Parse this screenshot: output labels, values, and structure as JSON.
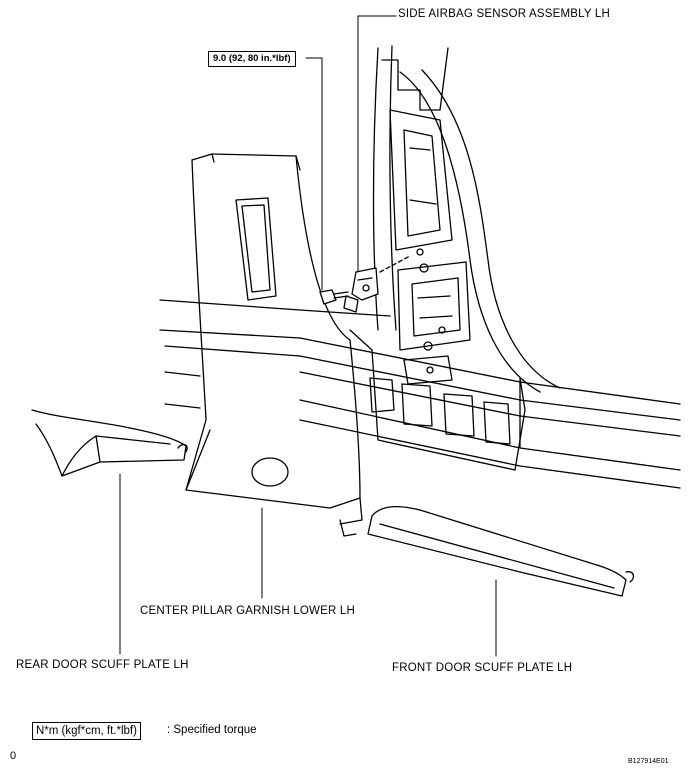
{
  "labels": {
    "side_airbag_sensor": "SIDE AIRBAG SENSOR ASSEMBLY LH",
    "torque_value": "9.0 (92, 80 in.*lbf)",
    "center_pillar_garnish": "CENTER PILLAR GARNISH LOWER LH",
    "rear_door_scuff_plate": "REAR DOOR SCUFF PLATE LH",
    "front_door_scuff_plate": "FRONT DOOR SCUFF PLATE LH"
  },
  "legend": {
    "unit": "N*m (kgf*cm, ft.*lbf)",
    "meaning": ": Specified torque"
  },
  "footer": {
    "corner_mark": "0",
    "figure_code": "B127914E01"
  }
}
